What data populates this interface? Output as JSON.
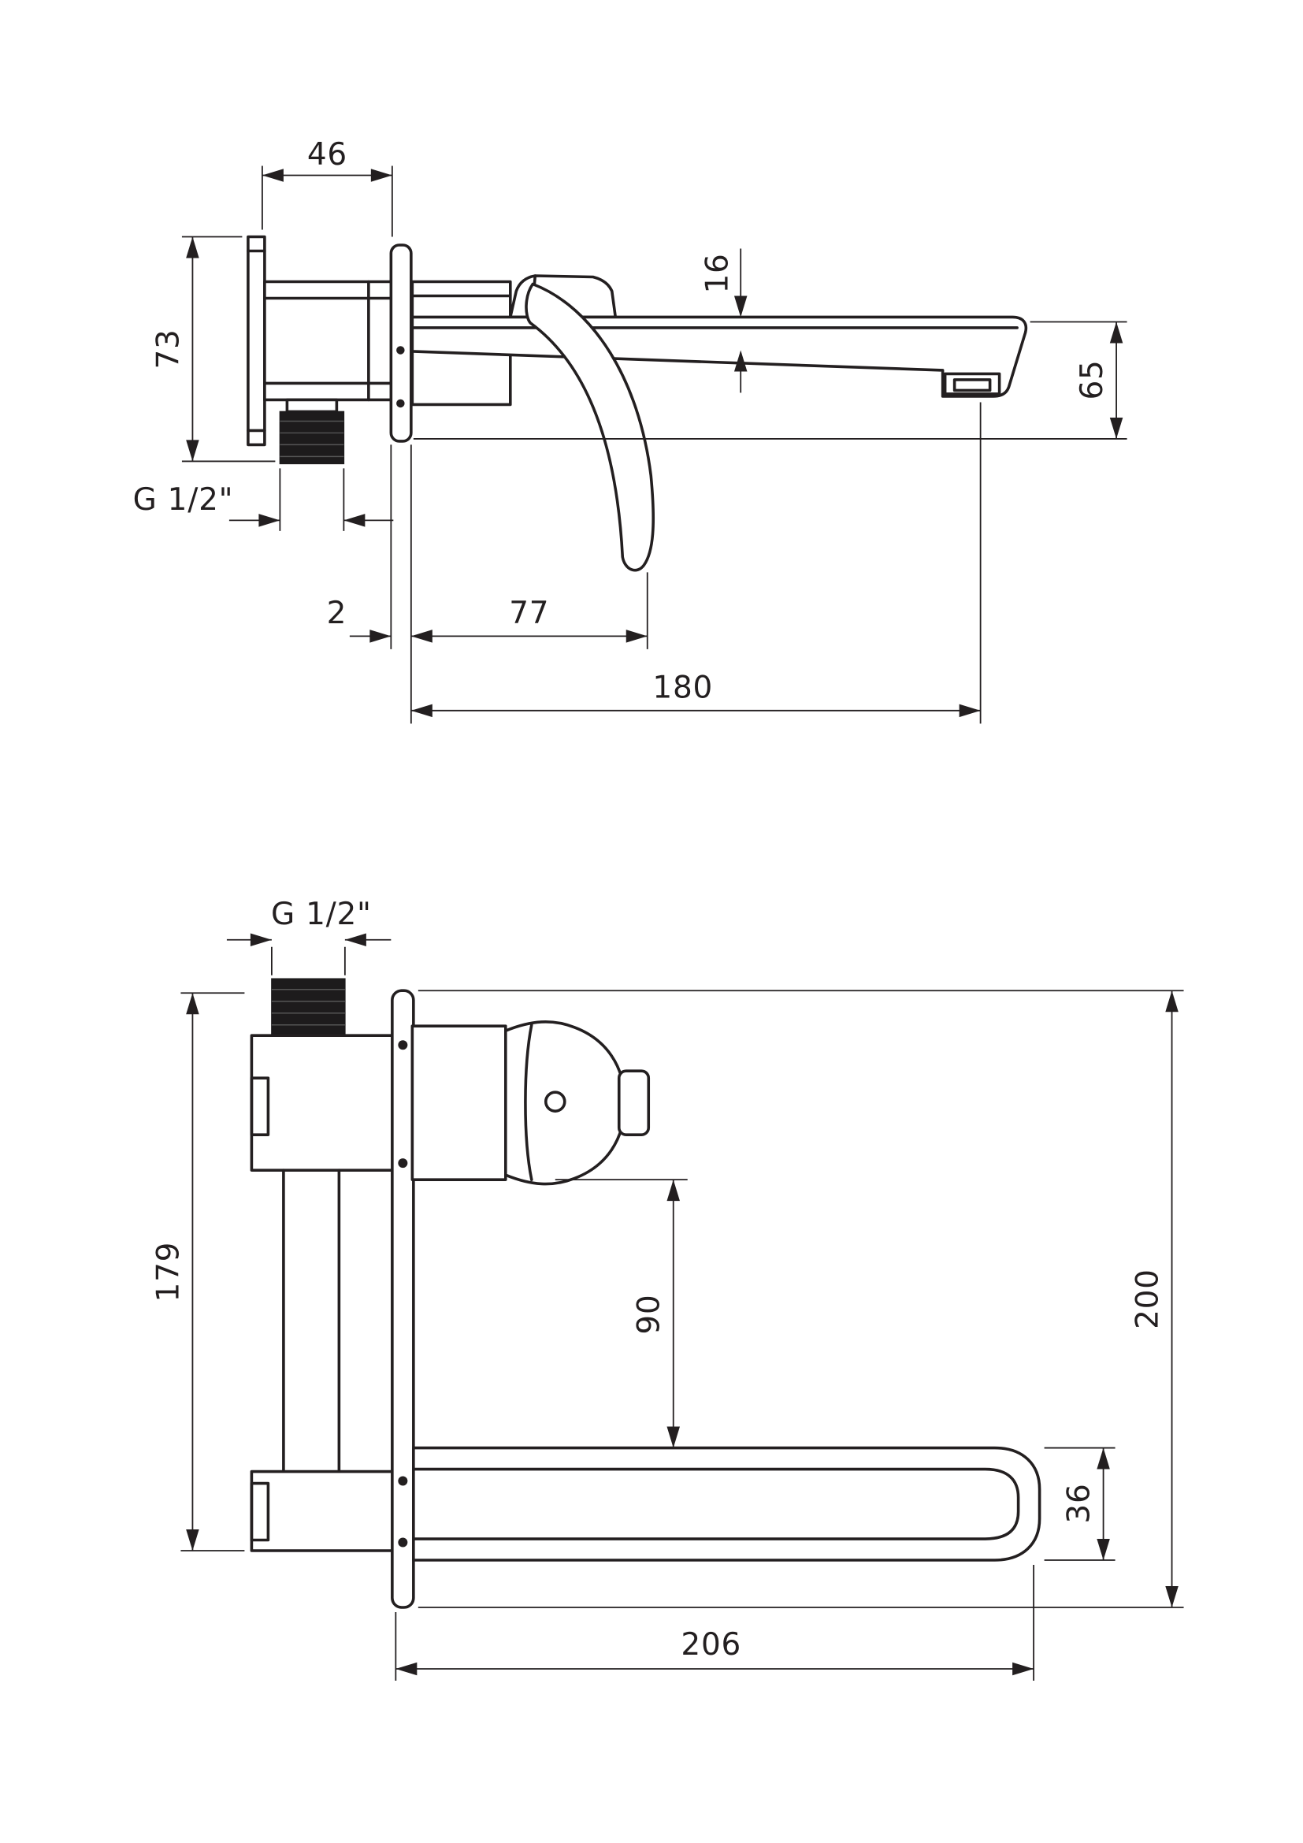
{
  "drawing": {
    "background": "#ffffff",
    "ink": "#231f20",
    "type": "technical-dimension-drawing",
    "subject": "wall-mounted-basin-mixer-tap",
    "views": {
      "side": {
        "label": "side-view",
        "dimensions": {
          "body_depth": "46",
          "body_height": "73",
          "spout_drop": "16",
          "outlet_height": "65",
          "inlet_thread": "G 1/2\"",
          "plate_thickness": "2",
          "handle_reach": "77",
          "spout_reach": "180"
        }
      },
      "front": {
        "label": "front-view",
        "dimensions": {
          "inlet_thread": "G 1/2\"",
          "body_height": "179",
          "handle_to_spout": "90",
          "total_height": "200",
          "spout_height": "36",
          "total_width": "206"
        }
      }
    }
  }
}
